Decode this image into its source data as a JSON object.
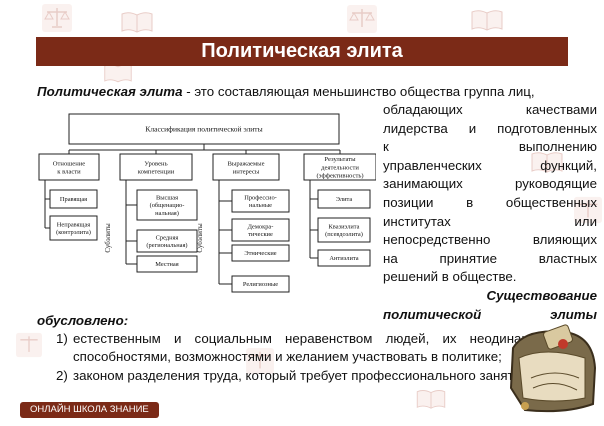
{
  "header": {
    "title": "Политическая элита"
  },
  "intro": {
    "term": "Политическая элита",
    "lead_text": " - это составляющая меньшинство общества группа лиц,",
    "wrap_lines": [
      "обладающих качествами",
      "лидерства и подготовленных",
      "к выполнению",
      "управленческих функций,",
      "занимающих руководящие",
      "позиции в общественных",
      "институтах или",
      "непосредственно влияющих",
      "на принятие властных",
      "решений в обществе."
    ],
    "subhead_line1": "Существование",
    "subhead_line2a": "политической",
    "subhead_line2b": "элиты",
    "subhead_line3": "обусловлено:"
  },
  "list": [
    {
      "num": "1)",
      "text": "естественным и социальным неравенством людей, их неодинаковыми способностями, возможностями и желанием участвовать в политике;"
    },
    {
      "num": "2)",
      "text": "законом разделения труда, который требует профессионального занятия"
    }
  ],
  "diagram": {
    "root": "Классификация политической элиты",
    "columns": [
      {
        "head": [
          "Отношение",
          "к власти"
        ],
        "items": [
          [
            "Правящая"
          ],
          [
            "Неправящая",
            "(контрэлита)"
          ]
        ]
      },
      {
        "head": [
          "Уровень",
          "компетенции"
        ],
        "items": [
          [
            "Высшая",
            "(общенацио-",
            "нальная)"
          ],
          [
            "Средняя",
            "(региональная)"
          ],
          [
            "Местная"
          ]
        ]
      },
      {
        "head": [
          "Выражаемые",
          "интересы"
        ],
        "items": [
          [
            "Профессио-",
            "нальные"
          ],
          [
            "Демокра-",
            "тические"
          ],
          [
            "Этнические"
          ],
          [
            "Религиозные"
          ]
        ]
      },
      {
        "head": [
          "Результаты",
          "деятельности",
          "(эффективность)"
        ],
        "items": [
          [
            "Элита"
          ],
          [
            "Квазиэлита",
            "(псевдоэлита)"
          ],
          [
            "Антиэлита"
          ]
        ]
      }
    ],
    "side_label": "Субэлиты"
  },
  "footer": {
    "badge": "ОНЛАЙН ШКОЛА ЗНАНИЕ"
  }
}
